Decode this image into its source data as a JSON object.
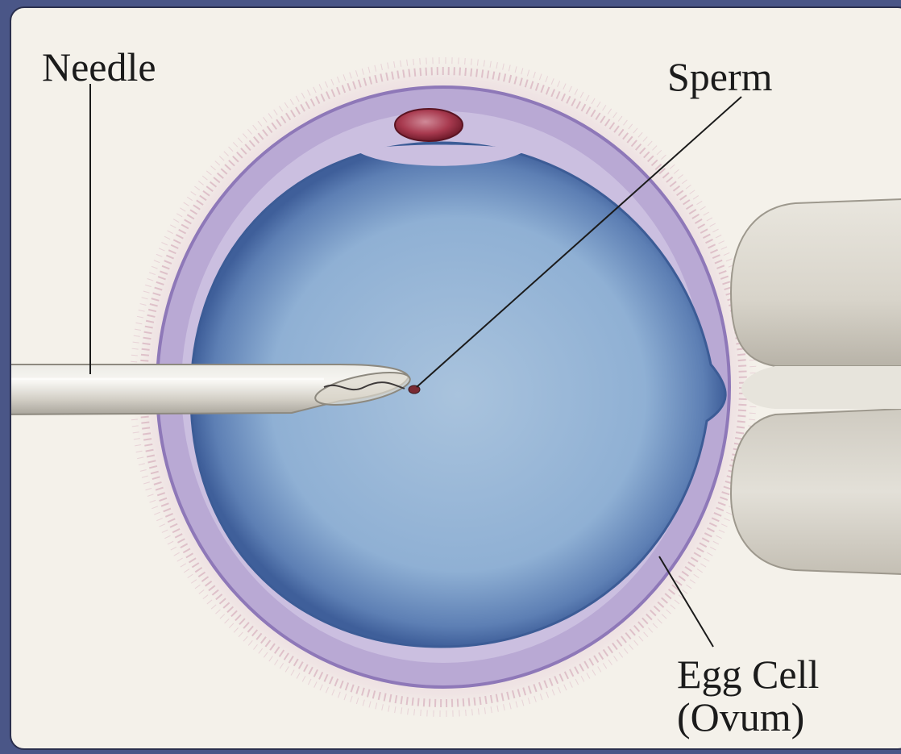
{
  "labels": {
    "needle": "Needle",
    "sperm": "Sperm",
    "egg_line1": "Egg Cell",
    "egg_line2": "(Ovum)"
  },
  "colors": {
    "background_outer": "#4a5687",
    "panel": "#f4f1ea",
    "cytoplasm": "#8fb0d4",
    "cytoplasm_edge": "#3f5f9a",
    "zona": "#b7a6d3",
    "corona": "#e2c9d0",
    "polar_body": "#9e2a3c",
    "pipette": "#d9d5cc"
  },
  "icons": {
    "needle": "glass-micropipette",
    "holding_pipette": "holding-pipette",
    "sperm": "sperm-cell",
    "polar_body": "polar-body"
  }
}
